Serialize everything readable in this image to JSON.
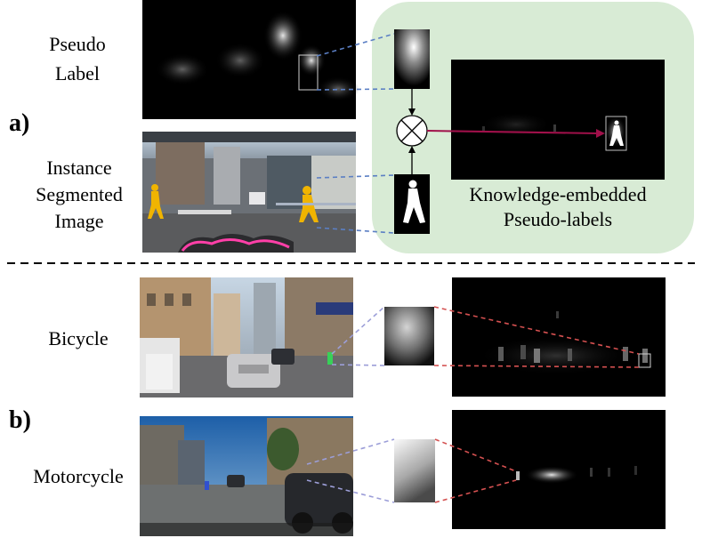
{
  "panel_a": {
    "label": "a)",
    "rows": [
      {
        "lines": [
          "Pseudo",
          "Label"
        ]
      },
      {
        "lines": [
          "Instance",
          "Segmented",
          "Image"
        ]
      }
    ],
    "output_caption": [
      "Knowledge-embedded",
      "Pseudo-labels"
    ],
    "operator_symbol": "multiply"
  },
  "panel_b": {
    "label": "b)",
    "rows": [
      {
        "lines": [
          "Bicycle"
        ]
      },
      {
        "lines": [
          "Motorcycle"
        ]
      }
    ]
  },
  "colors": {
    "green_panel": "#d8ebd5",
    "blue_dash": "#5b7fc4",
    "red_dash": "#d45050",
    "arrow": "#a0104a",
    "purple_dash": "#9c9ed8",
    "pink_contour": "#ff3fa8",
    "person_mask": "#f0b400"
  },
  "icons": [
    "multiply-operator-icon",
    "person-silhouette-icon"
  ]
}
